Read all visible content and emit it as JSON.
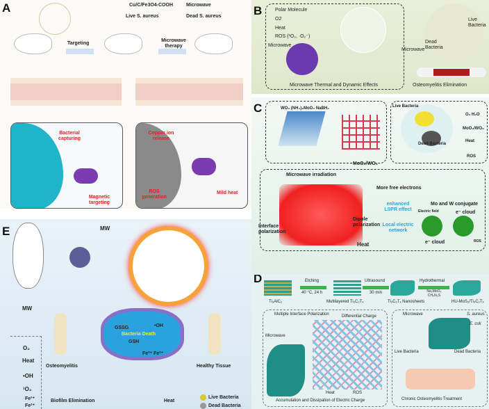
{
  "panels": {
    "A": {
      "label": "A",
      "legend": [
        "Cu/C/Fe3O4-COOH",
        "Microwave",
        "Live S. aureus",
        "Dead S. aureus"
      ],
      "steps": [
        "Targeting",
        "Microwave therapy"
      ],
      "callouts": [
        "Bacterial capturing",
        "Magnetic targeting",
        "Copper ion release",
        "ROS generation",
        "Mild heat"
      ]
    },
    "B": {
      "label": "B",
      "legend": [
        "Polar Molecule",
        "O2",
        "Heat",
        "ROS (¹O₂, ·O₂⁻)"
      ],
      "microwave": "Microwave",
      "caption_left": "Microwave Thermal and Dynamic Effects",
      "caption_right": "Osteomyelitis Elimination",
      "live": "Live Bacteria",
      "dead": "Dead Bacteria"
    },
    "C": {
      "label": "C",
      "reagents": "WO₃  (NH₄)₂MoO₄  NaBH₄",
      "product": "MoO₂/WO₃",
      "live": "Live Bacteria",
      "dead": "Dead Bacteria",
      "legend": [
        "O₂  H₂O",
        "MoO₂/WO₃",
        "Heat",
        "ROS"
      ],
      "mechanism": {
        "title": "Microwave irradiation",
        "free_electrons": "More free electrons",
        "lspr": "enhanced LSPR effect",
        "network": "Local electric network",
        "conjugate": "Mo and W conjugate",
        "field": "Electric field",
        "cloud1": "e⁻ cloud",
        "cloud2": "e⁻ cloud",
        "interface": "Interface polarization",
        "dipole": "Dipole polarization",
        "heat": "Heat",
        "ros": "ROS"
      }
    },
    "D": {
      "label": "D",
      "steps": [
        "Etching",
        "40 °C, 24 h",
        "Ultrasound",
        "30 min",
        "Hydrothermal",
        "Na₂MoO₄ CH₄N₂S"
      ],
      "materials": [
        "Ti₃AlC₂",
        "Multilayered Ti₃C₂Tₓ",
        "Ti₃C₂Tₓ Nanosheets",
        "HU-MoS₂/Ti₃C₂Tₓ"
      ],
      "left": {
        "title": "Multiple Interface Polarization",
        "diff": "Differential Charge",
        "microwave": "Microwave",
        "heat": "Heat",
        "ros": "ROS",
        "caption": "Accumulation and Dissipation of Electric Charge"
      },
      "right": {
        "microwave": "Microwave",
        "sa": "S. aureus",
        "ec": "E. coli",
        "live": "Live Bacteria",
        "dead": "Dead Bacteria",
        "caption": "Chronic Osteomyelitis Treatment"
      }
    },
    "E": {
      "label": "E",
      "mw1": "MW",
      "mw2": "MW",
      "legend": [
        "O₂",
        "Heat",
        "•OH",
        "¹O₂",
        "Fe³⁺",
        "Fe²⁺"
      ],
      "osteo": "Osteomyelitis",
      "healthy": "Healthy Tissue",
      "biofilm": "Biofilm Elimination",
      "heat": "Heat",
      "live": "Live Bacteria",
      "dead": "Dead Bacteria",
      "center": [
        "GSSG",
        "Bacteria Death",
        "GSH",
        "•OH",
        "Fe³⁺ Fe²⁺"
      ]
    }
  }
}
